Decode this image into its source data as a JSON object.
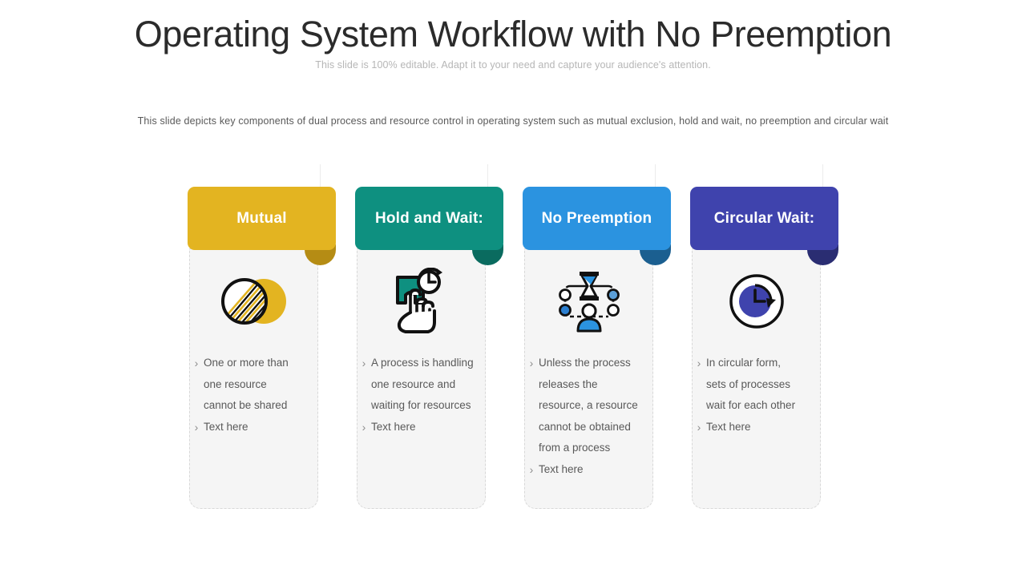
{
  "slide": {
    "title": "Operating System Workflow with No Preemption",
    "subtitle": "This slide is 100% editable. Adapt it to your need and capture your audience's attention.",
    "description": "This slide depicts key components of dual process and resource control in operating system such as mutual exclusion, hold and wait, no preemption and circular wait"
  },
  "bullet_glyph": "›",
  "cards": [
    {
      "id": "mutual",
      "title": "Mutual",
      "color": "#e3b421",
      "fold_color": "#b58c14",
      "icon_name": "overlapping-circles-icon",
      "bullets": [
        "One or more than",
        "one resource",
        "cannot be shared",
        "Text here"
      ],
      "bullet_starts": [
        0,
        3
      ]
    },
    {
      "id": "hold-and-wait",
      "title": "Hold and Wait:",
      "color": "#0e9080",
      "fold_color": "#0a6b5f",
      "icon_name": "hand-clock-icon",
      "bullets": [
        "A process is handling",
        "one resource and",
        "waiting for resources",
        "Text here"
      ],
      "bullet_starts": [
        0,
        3
      ]
    },
    {
      "id": "no-preemption",
      "title": "No Preemption",
      "color": "#2b93e0",
      "fold_color": "#1b5f90",
      "icon_name": "process-network-icon",
      "bullets": [
        "Unless the process",
        "releases the",
        "resource, a resource",
        "cannot be obtained",
        "from a process",
        "Text here"
      ],
      "bullet_starts": [
        0,
        5
      ]
    },
    {
      "id": "circular-wait",
      "title": "Circular Wait:",
      "color": "#3f43ad",
      "fold_color": "#2a2d72",
      "icon_name": "clock-rotate-icon",
      "bullets": [
        "In circular form,",
        "sets of processes",
        "wait for each other",
        "Text here"
      ],
      "bullet_starts": [
        0,
        3
      ]
    }
  ]
}
